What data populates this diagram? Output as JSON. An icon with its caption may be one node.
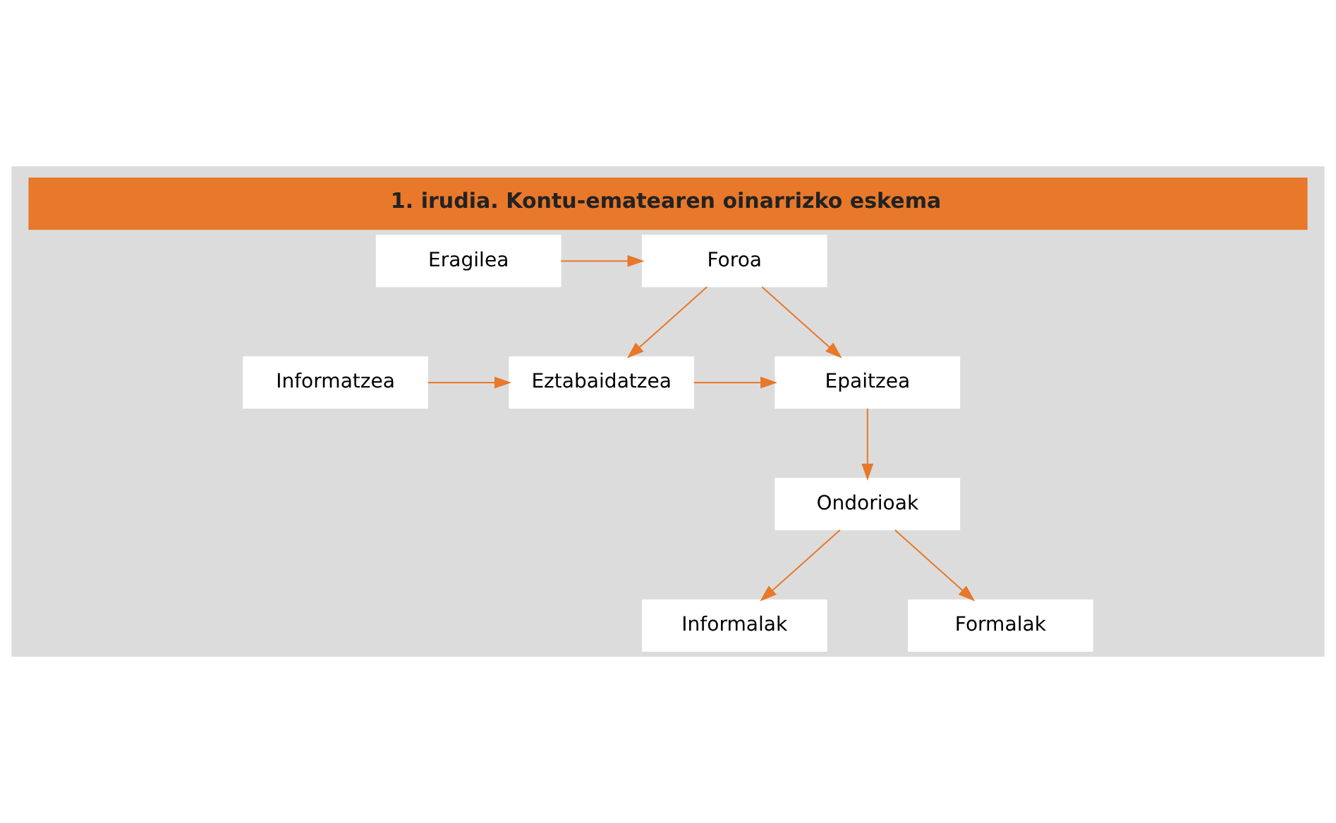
{
  "diagram": {
    "title": "1. irudia. Kontu-ematearen oinarrizko eskema",
    "nodes": [
      {
        "text": [
          "Eragilea"
        ]
      },
      {
        "text": [
          "Foroa"
        ]
      },
      {
        "text": [
          "Informatzea"
        ]
      },
      {
        "text": [
          "Eztabaidatzea"
        ]
      },
      {
        "text": [
          "Epaitzea"
        ]
      },
      {
        "text": [
          "Ondorioak"
        ]
      },
      {
        "text": [
          "Informalak"
        ]
      },
      {
        "text": [
          "Formalak"
        ]
      }
    ],
    "edges": [
      {
        "from": 0,
        "to": 1,
        "arrow": "to"
      },
      {
        "from": 1,
        "to": 3,
        "arrow": "to"
      },
      {
        "from": 1,
        "to": 4,
        "arrow": "to"
      },
      {
        "from": 2,
        "to": 3,
        "arrow": "to"
      },
      {
        "from": 3,
        "to": 4,
        "arrow": "to"
      },
      {
        "from": 4,
        "to": 5,
        "arrow": "to"
      },
      {
        "from": 5,
        "to": 6,
        "arrow": "to"
      },
      {
        "from": 5,
        "to": 7,
        "arrow": "to"
      }
    ]
  }
}
